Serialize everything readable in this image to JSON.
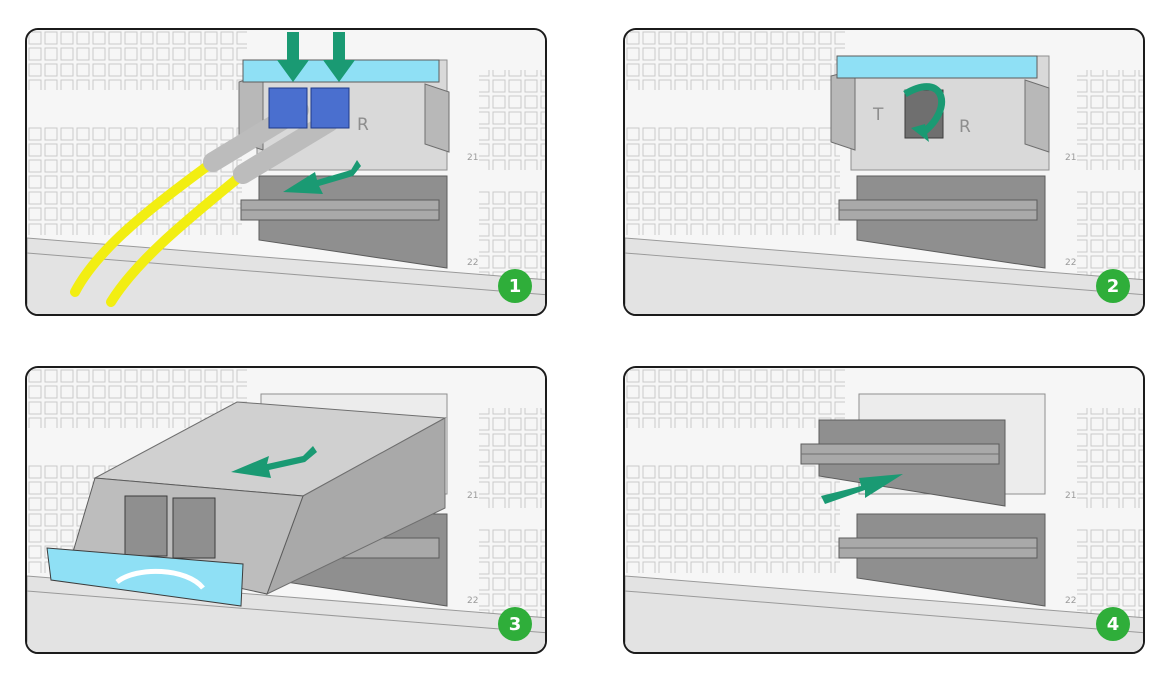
{
  "colors": {
    "panel_bg": "#f6f6f6",
    "chassis_stripe": "#e3e3e3",
    "grid_line": "#c9c9c9",
    "port_gray": "#8f8f8f",
    "port_dark": "#6f6f6f",
    "module_body": "#c8c8c8",
    "latch_blue": "#8fe0f5",
    "connector_blue": "#4a6fcf",
    "cable_yellow": "#f2ee12",
    "arrow_green": "#1a9a73",
    "badge_green": "#2fae3a"
  },
  "panels": [
    {
      "step": "1",
      "port_top": "21",
      "port_bottom": "22",
      "action": "press-clips-and-pull-cable"
    },
    {
      "step": "2",
      "port_top": "21",
      "port_bottom": "22",
      "action": "rotate-bail-latch-down",
      "label_t": "T",
      "label_r": "R"
    },
    {
      "step": "3",
      "port_top": "21",
      "port_bottom": "22",
      "action": "pull-module-out"
    },
    {
      "step": "4",
      "port_top": "21",
      "port_bottom": "22",
      "action": "insert-dust-plug"
    }
  ],
  "panel1_labels": {
    "r": "R"
  }
}
